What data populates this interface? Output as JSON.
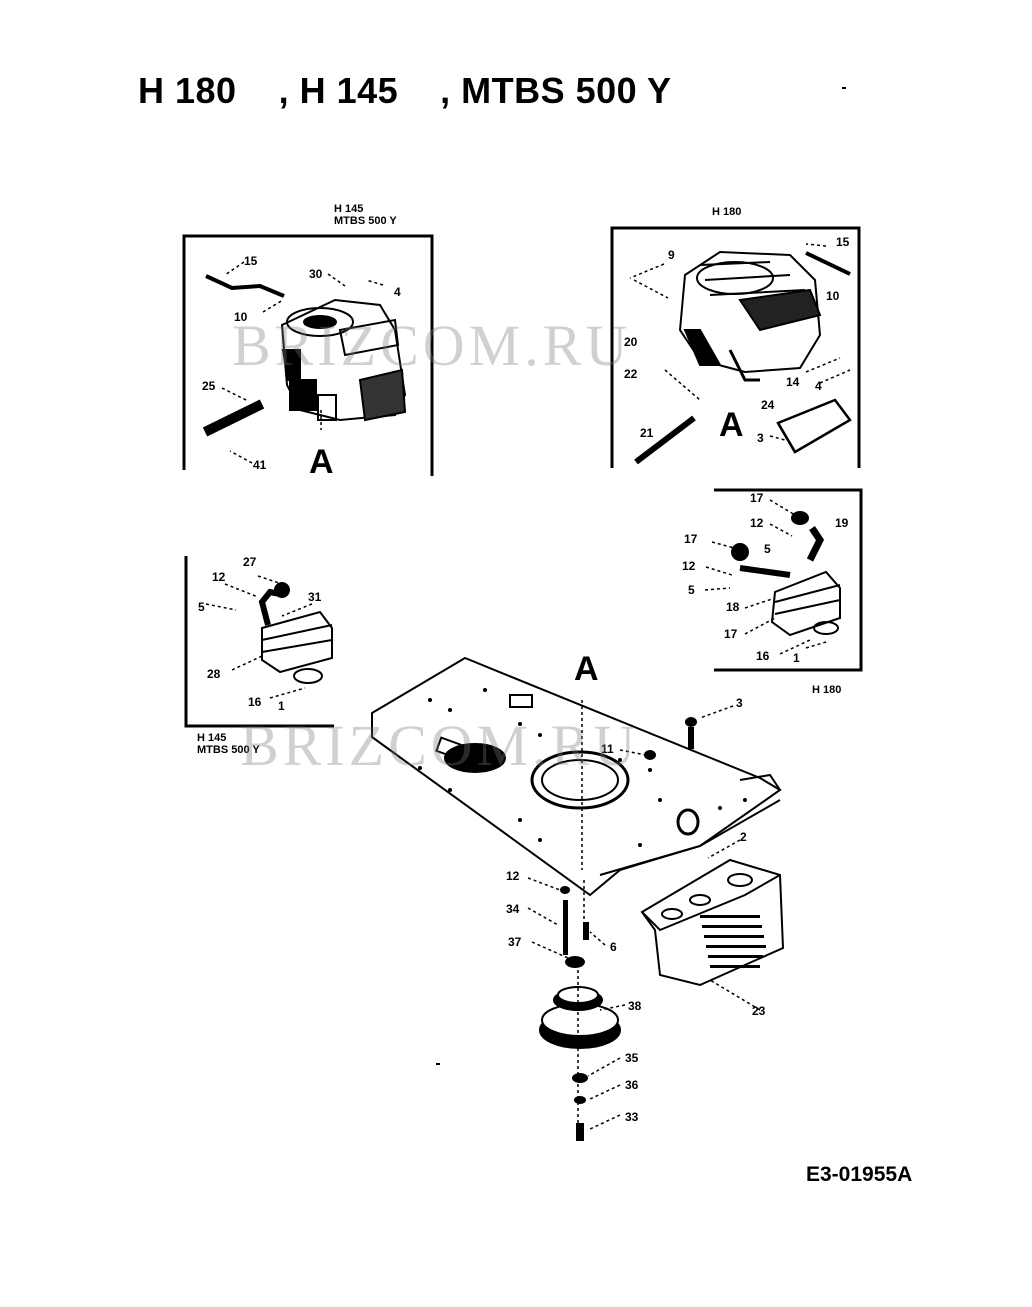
{
  "header": {
    "title": "H 180    , H 145    , MTBS 500 Y"
  },
  "panels": {
    "top_left": {
      "label_line1": "H 145",
      "label_line2": "MTBS 500 Y",
      "view_letter": "A",
      "callouts": [
        "15",
        "10",
        "30",
        "4",
        "25",
        "41"
      ]
    },
    "top_right": {
      "label": "H 180",
      "view_letter": "A",
      "callouts": [
        "9",
        "15",
        "10",
        "20",
        "22",
        "14",
        "4",
        "24",
        "21",
        "3"
      ]
    },
    "mid_left": {
      "label_line1": "H 145",
      "label_line2": "MTBS 500 Y",
      "callouts": [
        "27",
        "12",
        "5",
        "31",
        "28",
        "16",
        "1"
      ]
    },
    "mid_right": {
      "label": "H 180",
      "callouts": [
        "17",
        "12",
        "19",
        "17",
        "5",
        "12",
        "5",
        "18",
        "17",
        "16",
        "1"
      ]
    }
  },
  "main": {
    "view_letter": "A",
    "callouts": [
      "3",
      "11",
      "2",
      "12",
      "34",
      "6",
      "37",
      "38",
      "23",
      "35",
      "36",
      "33"
    ]
  },
  "watermark": {
    "text_top": "BRIZCOM.RU",
    "text_bottom": "BRIZCOM.RU"
  },
  "footer": {
    "drawing_code": "E3-01955A"
  }
}
